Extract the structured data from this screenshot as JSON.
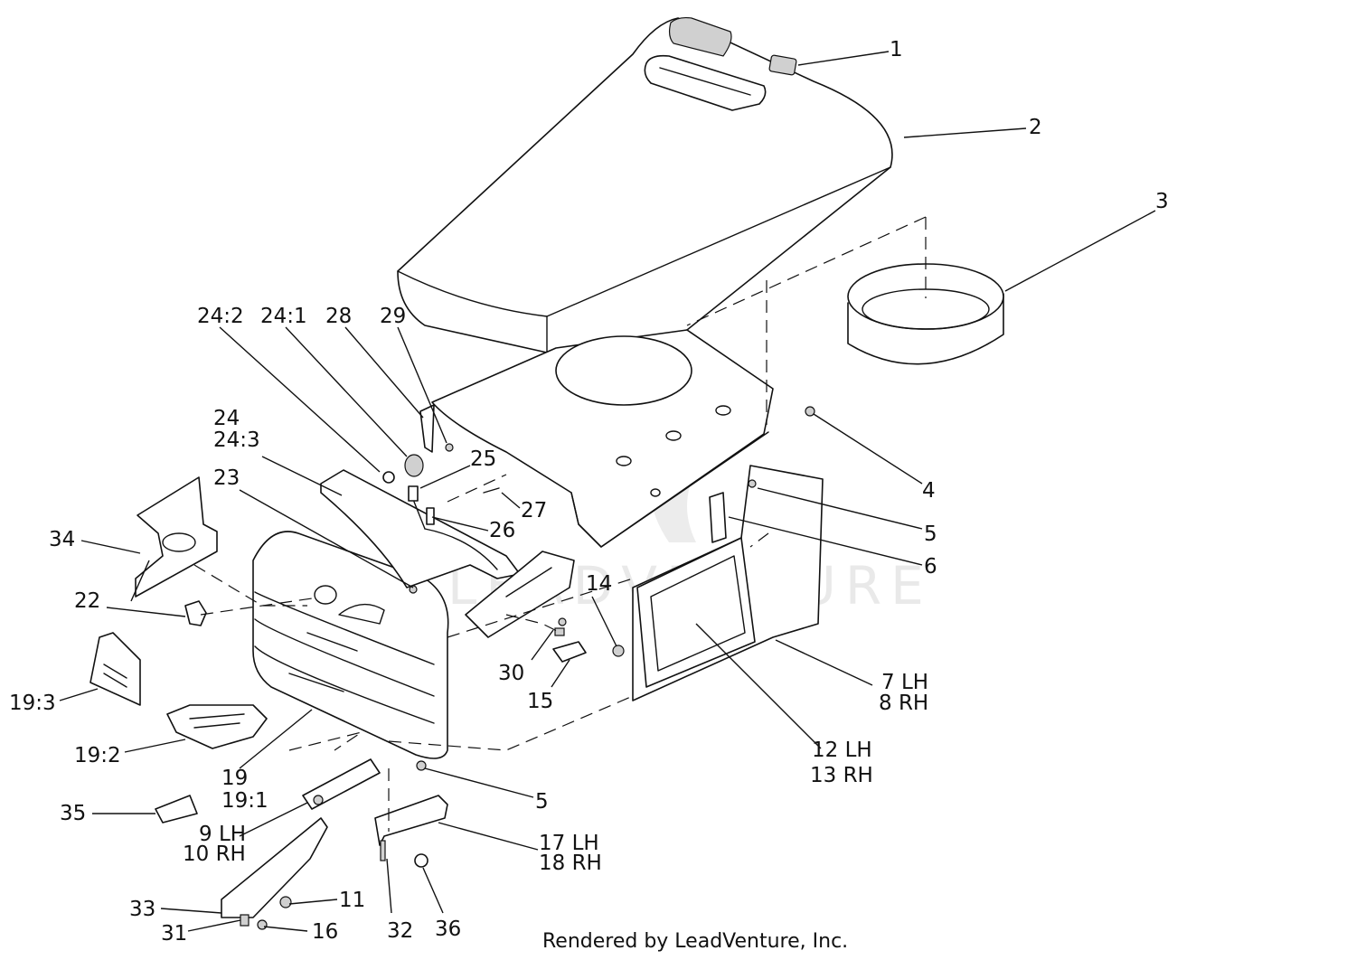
{
  "watermark": "LEADVENTURE",
  "footer": "Rendered by LeadVenture, Inc.",
  "callouts": {
    "c1": "1",
    "c2": "2",
    "c3": "3",
    "c4": "4",
    "c5a": "5",
    "c5b": "5",
    "c6": "6",
    "c7": "7 LH",
    "c8": "8 RH",
    "c12": "12 LH",
    "c13": "13 RH",
    "c14": "14",
    "c15": "15",
    "c30": "30",
    "c24_2": "24:2",
    "c24_1": "24:1",
    "c28": "28",
    "c29": "29",
    "c24": "24",
    "c24_3": "24:3",
    "c25": "25",
    "c23": "23",
    "c27": "27",
    "c26": "26",
    "c34": "34",
    "c22": "22",
    "c19_3": "19:3",
    "c19_2": "19:2",
    "c19": "19",
    "c19_1": "19:1",
    "c35": "35",
    "c9": "9 LH",
    "c10": "10 RH",
    "c17": "17 LH",
    "c18": "18 RH",
    "c33": "33",
    "c11": "11",
    "c31": "31",
    "c16": "16",
    "c32": "32",
    "c36": "36"
  }
}
